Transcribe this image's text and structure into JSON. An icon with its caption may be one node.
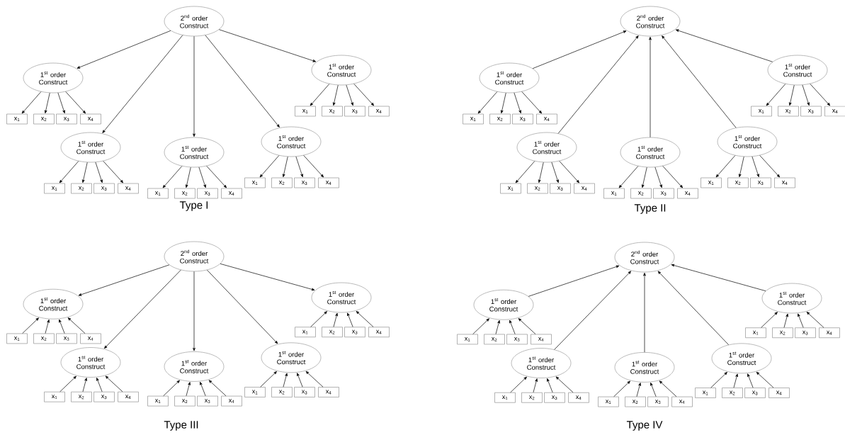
{
  "diagram": {
    "nodes": [
      {
        "text": [
          "2$^{nd}$ order Construct"
        ]
      },
      {
        "text": [
          "1$^{st}$ order Construct"
        ]
      },
      {
        "text": [
          "x$_{1}$"
        ]
      },
      {
        "text": [
          "x$_{2}$"
        ]
      },
      {
        "text": [
          "x$_{3}$"
        ]
      },
      {
        "text": [
          "x$_{4}$"
        ]
      },
      {
        "text": [
          "1$^{st}$ order Construct"
        ]
      },
      {
        "text": [
          "x$_{1}$"
        ]
      },
      {
        "text": [
          "x$_{2}$"
        ]
      },
      {
        "text": [
          "x$_{3}$"
        ]
      },
      {
        "text": [
          "x$_{4}$"
        ]
      },
      {
        "text": [
          "1$^{st}$ order Construct"
        ]
      },
      {
        "text": [
          "x$_{1}$"
        ]
      },
      {
        "text": [
          "x$_{2}$"
        ]
      },
      {
        "text": [
          "x$_{3}$"
        ]
      },
      {
        "text": [
          "x$_{4}$"
        ]
      },
      {
        "text": [
          "1$^{st}$ order Construct"
        ]
      },
      {
        "text": [
          "x$_{1}$"
        ]
      },
      {
        "text": [
          "x$_{2}$"
        ]
      },
      {
        "text": [
          "x$_{3}$"
        ]
      },
      {
        "text": [
          "x$_{4}$"
        ]
      },
      {
        "text": [
          "1$^{st}$ order Construct"
        ]
      },
      {
        "text": [
          "x$_{1}$"
        ]
      },
      {
        "text": [
          "x$_{2}$"
        ]
      },
      {
        "text": [
          "x$_{3}$"
        ]
      },
      {
        "text": [
          "x$_{4}$"
        ]
      },
      {
        "text": [
          "2$^{nd}$ order Construct"
        ]
      },
      {
        "text": [
          "1$^{st}$ order Construct"
        ]
      },
      {
        "text": [
          "x$_{1}$"
        ]
      },
      {
        "text": [
          "x$_{2}$"
        ]
      },
      {
        "text": [
          "x$_{3}$"
        ]
      },
      {
        "text": [
          "x$_{4}$"
        ]
      },
      {
        "text": [
          "1$^{st}$ order Construct"
        ]
      },
      {
        "text": [
          "x$_{1}$"
        ]
      },
      {
        "text": [
          "x$_{2}$"
        ]
      },
      {
        "text": [
          "x$_{3}$"
        ]
      },
      {
        "text": [
          "x$_{4}$"
        ]
      },
      {
        "text": [
          "1$^{st}$ order Construct"
        ]
      },
      {
        "text": [
          "x$_{1}$"
        ]
      },
      {
        "text": [
          "x$_{2}$"
        ]
      },
      {
        "text": [
          "x$_{3}$"
        ]
      },
      {
        "text": [
          "x$_{4}$"
        ]
      },
      {
        "text": [
          "1$^{st}$ order Construct"
        ]
      },
      {
        "text": [
          "x$_{1}$"
        ]
      },
      {
        "text": [
          "x$_{2}$"
        ]
      },
      {
        "text": [
          "x$_{3}$"
        ]
      },
      {
        "text": [
          "x$_{4}$"
        ]
      },
      {
        "text": [
          "1$^{st}$ order Construct"
        ]
      },
      {
        "text": [
          "x$_{1}$"
        ]
      },
      {
        "text": [
          "x$_{2}$"
        ]
      },
      {
        "text": [
          "x$_{3}$"
        ]
      },
      {
        "text": [
          "x$_{4}$"
        ]
      },
      {
        "text": [
          "2$^{nd}$ order Construct"
        ]
      },
      {
        "text": [
          "1$^{st}$ order Construct"
        ]
      },
      {
        "text": [
          "x$_{1}$"
        ]
      },
      {
        "text": [
          "x$_{2}$"
        ]
      },
      {
        "text": [
          "x$_{3}$"
        ]
      },
      {
        "text": [
          "x$_{4}$"
        ]
      },
      {
        "text": [
          "1$^{st}$ order Construct"
        ]
      },
      {
        "text": [
          "x$_{1}$"
        ]
      },
      {
        "text": [
          "x$_{2}$"
        ]
      },
      {
        "text": [
          "x$_{3}$"
        ]
      },
      {
        "text": [
          "x$_{4}$"
        ]
      },
      {
        "text": [
          "1$^{st}$ order Construct"
        ]
      },
      {
        "text": [
          "x$_{1}$"
        ]
      },
      {
        "text": [
          "x$_{2}$"
        ]
      },
      {
        "text": [
          "x$_{3}$"
        ]
      },
      {
        "text": [
          "x$_{4}$"
        ]
      },
      {
        "text": [
          "1$^{st}$ order Construct"
        ]
      },
      {
        "text": [
          "x$_{1}$"
        ]
      },
      {
        "text": [
          "x$_{2}$"
        ]
      },
      {
        "text": [
          "x$_{3}$"
        ]
      },
      {
        "text": [
          "x$_{4}$"
        ]
      },
      {
        "text": [
          "1$^{st}$ order Construct"
        ]
      },
      {
        "text": [
          "x$_{1}$"
        ]
      },
      {
        "text": [
          "x$_{2}$"
        ]
      },
      {
        "text": [
          "x$_{3}$"
        ]
      },
      {
        "text": [
          "x$_{4}$"
        ]
      },
      {
        "text": [
          "2$^{nd}$ order Construct"
        ]
      },
      {
        "text": [
          "1$^{st}$ order Construct"
        ]
      },
      {
        "text": [
          "x$_{1}$"
        ]
      },
      {
        "text": [
          "x$_{2}$"
        ]
      },
      {
        "text": [
          "x$_{3}$"
        ]
      },
      {
        "text": [
          "x$_{4}$"
        ]
      },
      {
        "text": [
          "1$^{st}$ order Construct"
        ]
      },
      {
        "text": [
          "x$_{1}$"
        ]
      },
      {
        "text": [
          "x$_{2}$"
        ]
      },
      {
        "text": [
          "x$_{3}$"
        ]
      },
      {
        "text": [
          "x$_{4}$"
        ]
      },
      {
        "text": [
          "1$^{st}$ order Construct"
        ]
      },
      {
        "text": [
          "x$_{1}$"
        ]
      },
      {
        "text": [
          "x$_{2}$"
        ]
      },
      {
        "text": [
          "x$_{3}$"
        ]
      },
      {
        "text": [
          "x$_{4}$"
        ]
      },
      {
        "text": [
          "1$^{st}$ order Construct"
        ]
      },
      {
        "text": [
          "x$_{1}$"
        ]
      },
      {
        "text": [
          "x$_{2}$"
        ]
      },
      {
        "text": [
          "x$_{3}$"
        ]
      },
      {
        "text": [
          "x$_{4}$"
        ]
      },
      {
        "text": [
          "1$^{st}$ order Construct"
        ]
      },
      {
        "text": [
          "x$_{1}$"
        ]
      },
      {
        "text": [
          "x$_{2}$"
        ]
      },
      {
        "text": [
          "x$_{3}$"
        ]
      },
      {
        "text": [
          "x$_{4}$"
        ]
      }
    ],
    "edges": [
      {
        "from": 0,
        "to": 1,
        "arrow": "to"
      },
      {
        "from": 1,
        "to": 2,
        "arrow": "to"
      },
      {
        "from": 1,
        "to": 3,
        "arrow": "to"
      },
      {
        "from": 1,
        "to": 4,
        "arrow": "to"
      },
      {
        "from": 1,
        "to": 5,
        "arrow": "to"
      },
      {
        "from": 0,
        "to": 6,
        "arrow": "to"
      },
      {
        "from": 6,
        "to": 7,
        "arrow": "to"
      },
      {
        "from": 6,
        "to": 8,
        "arrow": "to"
      },
      {
        "from": 6,
        "to": 9,
        "arrow": "to"
      },
      {
        "from": 6,
        "to": 10,
        "arrow": "to"
      },
      {
        "from": 0,
        "to": 11,
        "arrow": "to"
      },
      {
        "from": 11,
        "to": 12,
        "arrow": "to"
      },
      {
        "from": 11,
        "to": 13,
        "arrow": "to"
      },
      {
        "from": 11,
        "to": 14,
        "arrow": "to"
      },
      {
        "from": 11,
        "to": 15,
        "arrow": "to"
      },
      {
        "from": 0,
        "to": 16,
        "arrow": "to"
      },
      {
        "from": 16,
        "to": 17,
        "arrow": "to"
      },
      {
        "from": 16,
        "to": 18,
        "arrow": "to"
      },
      {
        "from": 16,
        "to": 19,
        "arrow": "to"
      },
      {
        "from": 16,
        "to": 20,
        "arrow": "to"
      },
      {
        "from": 0,
        "to": 21,
        "arrow": "to"
      },
      {
        "from": 21,
        "to": 22,
        "arrow": "to"
      },
      {
        "from": 21,
        "to": 23,
        "arrow": "to"
      },
      {
        "from": 21,
        "to": 24,
        "arrow": "to"
      },
      {
        "from": 21,
        "to": 25,
        "arrow": "to"
      },
      {
        "from": 27,
        "to": 26,
        "arrow": "to"
      },
      {
        "from": 27,
        "to": 28,
        "arrow": "to"
      },
      {
        "from": 27,
        "to": 29,
        "arrow": "to"
      },
      {
        "from": 27,
        "to": 30,
        "arrow": "to"
      },
      {
        "from": 27,
        "to": 31,
        "arrow": "to"
      },
      {
        "from": 32,
        "to": 26,
        "arrow": "to"
      },
      {
        "from": 32,
        "to": 33,
        "arrow": "to"
      },
      {
        "from": 32,
        "to": 34,
        "arrow": "to"
      },
      {
        "from": 32,
        "to": 35,
        "arrow": "to"
      },
      {
        "from": 32,
        "to": 36,
        "arrow": "to"
      },
      {
        "from": 37,
        "to": 26,
        "arrow": "to"
      },
      {
        "from": 37,
        "to": 38,
        "arrow": "to"
      },
      {
        "from": 37,
        "to": 39,
        "arrow": "to"
      },
      {
        "from": 37,
        "to": 40,
        "arrow": "to"
      },
      {
        "from": 37,
        "to": 41,
        "arrow": "to"
      },
      {
        "from": 42,
        "to": 26,
        "arrow": "to"
      },
      {
        "from": 42,
        "to": 43,
        "arrow": "to"
      },
      {
        "from": 42,
        "to": 44,
        "arrow": "to"
      },
      {
        "from": 42,
        "to": 45,
        "arrow": "to"
      },
      {
        "from": 42,
        "to": 46,
        "arrow": "to"
      },
      {
        "from": 47,
        "to": 26,
        "arrow": "to"
      },
      {
        "from": 47,
        "to": 48,
        "arrow": "to"
      },
      {
        "from": 47,
        "to": 49,
        "arrow": "to"
      },
      {
        "from": 47,
        "to": 50,
        "arrow": "to"
      },
      {
        "from": 47,
        "to": 51,
        "arrow": "to"
      },
      {
        "from": 52,
        "to": 53,
        "arrow": "to"
      },
      {
        "from": 54,
        "to": 53,
        "arrow": "to"
      },
      {
        "from": 55,
        "to": 53,
        "arrow": "to"
      },
      {
        "from": 56,
        "to": 53,
        "arrow": "to"
      },
      {
        "from": 57,
        "to": 53,
        "arrow": "to"
      },
      {
        "from": 52,
        "to": 58,
        "arrow": "to"
      },
      {
        "from": 59,
        "to": 58,
        "arrow": "to"
      },
      {
        "from": 60,
        "to": 58,
        "arrow": "to"
      },
      {
        "from": 61,
        "to": 58,
        "arrow": "to"
      },
      {
        "from": 62,
        "to": 58,
        "arrow": "to"
      },
      {
        "from": 52,
        "to": 63,
        "arrow": "to"
      },
      {
        "from": 64,
        "to": 63,
        "arrow": "to"
      },
      {
        "from": 65,
        "to": 63,
        "arrow": "to"
      },
      {
        "from": 66,
        "to": 63,
        "arrow": "to"
      },
      {
        "from": 67,
        "to": 63,
        "arrow": "to"
      },
      {
        "from": 52,
        "to": 68,
        "arrow": "to"
      },
      {
        "from": 69,
        "to": 68,
        "arrow": "to"
      },
      {
        "from": 70,
        "to": 68,
        "arrow": "to"
      },
      {
        "from": 71,
        "to": 68,
        "arrow": "to"
      },
      {
        "from": 72,
        "to": 68,
        "arrow": "to"
      },
      {
        "from": 52,
        "to": 73,
        "arrow": "to"
      },
      {
        "from": 74,
        "to": 73,
        "arrow": "to"
      },
      {
        "from": 75,
        "to": 73,
        "arrow": "to"
      },
      {
        "from": 76,
        "to": 73,
        "arrow": "to"
      },
      {
        "from": 77,
        "to": 73,
        "arrow": "to"
      },
      {
        "from": 79,
        "to": 78,
        "arrow": "to"
      },
      {
        "from": 80,
        "to": 79,
        "arrow": "to"
      },
      {
        "from": 81,
        "to": 79,
        "arrow": "to"
      },
      {
        "from": 82,
        "to": 79,
        "arrow": "to"
      },
      {
        "from": 83,
        "to": 79,
        "arrow": "to"
      },
      {
        "from": 84,
        "to": 78,
        "arrow": "to"
      },
      {
        "from": 85,
        "to": 84,
        "arrow": "to"
      },
      {
        "from": 86,
        "to": 84,
        "arrow": "to"
      },
      {
        "from": 87,
        "to": 84,
        "arrow": "to"
      },
      {
        "from": 88,
        "to": 84,
        "arrow": "to"
      },
      {
        "from": 89,
        "to": 78,
        "arrow": "to"
      },
      {
        "from": 90,
        "to": 89,
        "arrow": "to"
      },
      {
        "from": 91,
        "to": 89,
        "arrow": "to"
      },
      {
        "from": 92,
        "to": 89,
        "arrow": "to"
      },
      {
        "from": 93,
        "to": 89,
        "arrow": "to"
      },
      {
        "from": 94,
        "to": 78,
        "arrow": "to"
      },
      {
        "from": 95,
        "to": 94,
        "arrow": "to"
      },
      {
        "from": 96,
        "to": 94,
        "arrow": "to"
      },
      {
        "from": 97,
        "to": 94,
        "arrow": "to"
      },
      {
        "from": 98,
        "to": 94,
        "arrow": "to"
      },
      {
        "from": 99,
        "to": 78,
        "arrow": "to"
      },
      {
        "from": 100,
        "to": 99,
        "arrow": "to"
      },
      {
        "from": 101,
        "to": 99,
        "arrow": "to"
      },
      {
        "from": 102,
        "to": 99,
        "arrow": "to"
      },
      {
        "from": 103,
        "to": 99,
        "arrow": "to"
      }
    ],
    "labels": [
      "Type I",
      "Type II",
      "Type III",
      "Type IV"
    ]
  }
}
